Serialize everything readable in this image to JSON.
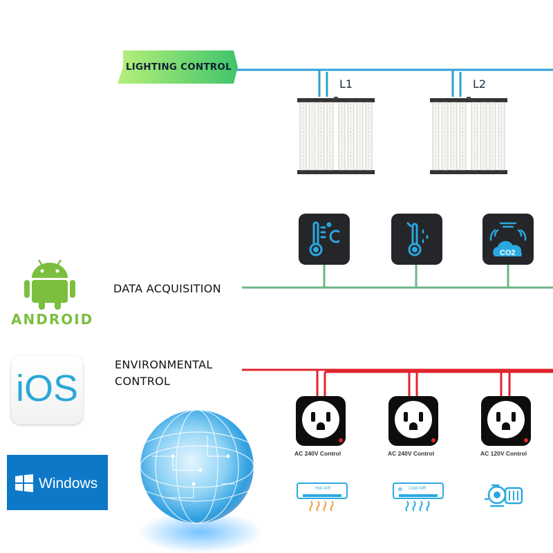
{
  "sections": {
    "lighting": "LIGHTING CONTROL",
    "data": "DATA ACQUISITION",
    "env_line1": "ENVIRONMENTAL",
    "env_line2": "CONTROL"
  },
  "fixtures": [
    {
      "label": "L1"
    },
    {
      "label": "L2"
    }
  ],
  "sensors": [
    {
      "icon": "temperature-celsius-icon"
    },
    {
      "icon": "humidity-thermometer-icon"
    },
    {
      "icon": "co2-sensor-icon",
      "text": "CO2"
    }
  ],
  "outlets": [
    {
      "label": "AC 240V Control"
    },
    {
      "label": "AC 240V Control"
    },
    {
      "label": "AC 120V Control"
    }
  ],
  "devices": [
    {
      "icon": "heater-icon",
      "text": "Hot AIR"
    },
    {
      "icon": "air-conditioner-icon",
      "text": "Cold AIR"
    },
    {
      "icon": "water-pump-icon"
    }
  ],
  "platforms": [
    {
      "icon": "android-logo-icon",
      "text": "android"
    },
    {
      "icon": "ios-logo-icon",
      "text": "iOS"
    },
    {
      "icon": "windows-logo-icon",
      "text": "Windows"
    }
  ],
  "colors": {
    "lighting_line": "#2e9fd8",
    "data_line": "#6bb585",
    "env_line": "#e0252f",
    "tag_green": "#5fd25a",
    "android_green": "#7cbf3f",
    "windows_blue": "#0d78c8"
  }
}
